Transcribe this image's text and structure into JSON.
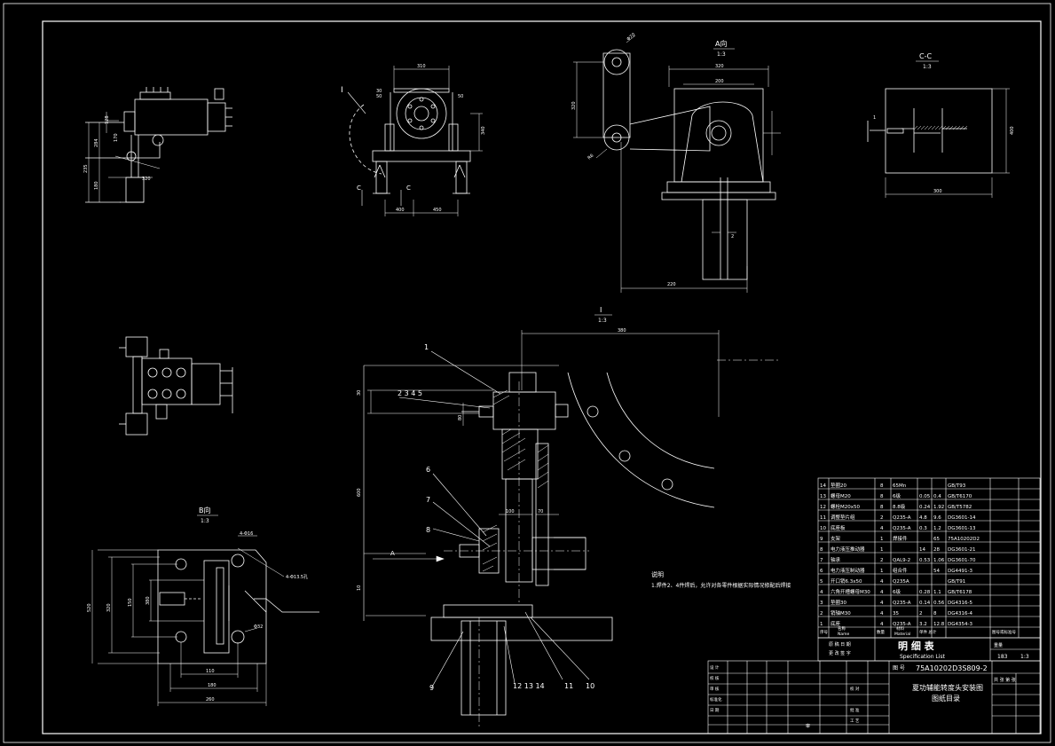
{
  "colors": {
    "background": "#000000",
    "line": "#ffffff",
    "accent": "#ff3b3b",
    "hidden": "#bdbdbd"
  },
  "views": {
    "top_left_dims": [
      "128",
      "284",
      "235",
      "180",
      "170",
      "320"
    ],
    "top_middle": {
      "label_I": "I",
      "dims": [
        "310",
        "30",
        "50",
        "340",
        "50",
        "400",
        "450"
      ],
      "section_c1": "C",
      "section_c2": "C"
    },
    "view_A": {
      "title": "A向",
      "scale": "1:3",
      "dims": [
        "320",
        "200",
        "320",
        "Φ70",
        "R6",
        "220",
        "2"
      ]
    },
    "section_CC": {
      "title": "C-C",
      "scale": "1:3",
      "dims": [
        "300",
        "400",
        "1"
      ]
    },
    "view_B": {
      "title": "B向",
      "scale": "1:3",
      "dims": [
        "4-Φ16",
        "4-Φ13.5孔",
        "Φ32",
        "320",
        "150",
        "110",
        "180",
        "520",
        "380",
        "260"
      ]
    },
    "detail_I": {
      "title": "I",
      "scale": "1:3",
      "dims": [
        "380",
        "30",
        "80",
        "600",
        "70",
        "100",
        "10"
      ],
      "arrow_A": "A"
    }
  },
  "leaders": {
    "l1": "1",
    "l2345": "2 3 4 5",
    "l6": "6",
    "l7": "7",
    "l8": "8",
    "l9": "9",
    "l11": "11",
    "l10": "10",
    "l121314": "12 13 14"
  },
  "notes": {
    "heading": "说明",
    "text": "1.焊件2、4件焊后，允许对各零件根据实际情况修配后焊接"
  },
  "parts": [
    {
      "no": "14",
      "name": "垫圈20",
      "qty": "8",
      "mat": "65Mn",
      "w1": "",
      "w2": "",
      "std": "GB/T93"
    },
    {
      "no": "13",
      "name": "螺母M20",
      "qty": "8",
      "mat": "6级",
      "w1": "0.05",
      "w2": "0.4",
      "std": "GB/T6170"
    },
    {
      "no": "12",
      "name": "螺栓M20x50",
      "qty": "8",
      "mat": "8.8级",
      "w1": "0.24",
      "w2": "1.92",
      "std": "GB/T5782"
    },
    {
      "no": "11",
      "name": "调整垫片组",
      "qty": "2",
      "mat": "Q235-A",
      "w1": "4.8",
      "w2": "9.6",
      "std": "DG3601-14"
    },
    {
      "no": "10",
      "name": "底座板",
      "qty": "4",
      "mat": "Q235-A",
      "w1": "0.3",
      "w2": "1.2",
      "std": "DG3601-13"
    },
    {
      "no": "9",
      "name": "支架",
      "qty": "1",
      "mat": "焊接件",
      "w1": "",
      "w2": "65",
      "std": "75A10202D2"
    },
    {
      "no": "8",
      "name": "电力液压推动器",
      "qty": "1",
      "mat": "",
      "w1": "14",
      "w2": "28",
      "std": "DG3601-21"
    },
    {
      "no": "7",
      "name": "轴承",
      "qty": "2",
      "mat": "QAL9-2",
      "w1": "0.53",
      "w2": "1.06",
      "std": "DG3601-70"
    },
    {
      "no": "6",
      "name": "电力液压制动器",
      "qty": "1",
      "mat": "组合件",
      "w1": "",
      "w2": "54",
      "std": "DG4491-3"
    },
    {
      "no": "5",
      "name": "开口销6.3x50",
      "qty": "4",
      "mat": "Q235A",
      "w1": "",
      "w2": "",
      "std": "GB/T91"
    },
    {
      "no": "4",
      "name": "六角开槽螺母M30",
      "qty": "4",
      "mat": "6级",
      "w1": "0.28",
      "w2": "1.1",
      "std": "GB/T6178"
    },
    {
      "no": "3",
      "name": "垫圈30",
      "qty": "4",
      "mat": "Q235-A",
      "w1": "0.14",
      "w2": "0.56",
      "std": "DG4316-5"
    },
    {
      "no": "2",
      "name": "销轴M30",
      "qty": "4",
      "mat": "35",
      "w1": "2",
      "w2": "8",
      "std": "DG4316-4"
    },
    {
      "no": "1",
      "name": "底座",
      "qty": "4",
      "mat": "Q235-A",
      "w1": "3.2",
      "w2": "12.8",
      "std": "DG4354-3"
    }
  ],
  "parts_header": {
    "no": "序号",
    "name": "名称",
    "qty": "数量",
    "mat": "材料",
    "mat_en": "Material",
    "wt": "单件 总计",
    "std": "图号或标准号",
    "name_en": "Name"
  },
  "title_block": {
    "list_title": "明 细 表",
    "list_title_en": "Specification List",
    "drawing_no_label": "图 号",
    "drawing_no": "75A10202D3S809-2",
    "drawing_title_1": "夏功辅能转度头安装图",
    "drawing_title_2": "图纸目录",
    "sheet_label": "共 张 第 张",
    "weight": "183",
    "weight_label": "重量",
    "ratio": "1:3",
    "design_label": "设 计",
    "check_label": "校 核",
    "approve_label": "审 核",
    "std_label": "标准化",
    "date_label": "日 期",
    "stamp": "审",
    "cell_a": "原 稿 日 期",
    "cell_b": "更 改 签 字",
    "cell_c": "校 对",
    "cell_d": "批 准",
    "cell_e": "工 艺"
  }
}
